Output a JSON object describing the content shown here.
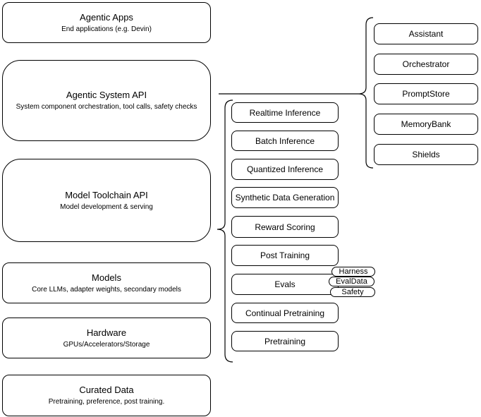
{
  "canvas": {
    "background": "#ffffff",
    "stroke_color": "#000000",
    "node_fill": "#ffffff",
    "text_color": "#000000"
  },
  "left_stack": [
    {
      "title": "Agentic Apps",
      "subtitle": "End applications (e.g. Devin)"
    },
    {
      "title": "Agentic System API",
      "subtitle": "System component orchestration, tool calls, safety checks"
    },
    {
      "title": "Model Toolchain API",
      "subtitle": "Model development & serving"
    },
    {
      "title": "Models",
      "subtitle": "Core LLMs, adapter weights, secondary models"
    },
    {
      "title": "Hardware",
      "subtitle": "GPUs/Accelerators/Storage"
    },
    {
      "title": "Curated Data",
      "subtitle": "Pretraining, preference, post training."
    }
  ],
  "toolchain_items": [
    {
      "label": "Realtime Inference"
    },
    {
      "label": "Batch Inference"
    },
    {
      "label": "Quantized Inference"
    },
    {
      "label": "Synthetic Data Generation"
    },
    {
      "label": "Reward Scoring"
    },
    {
      "label": "Post Training"
    },
    {
      "label": "Evals"
    },
    {
      "label": "Continual Pretraining"
    },
    {
      "label": "Pretraining"
    }
  ],
  "eval_tags": [
    {
      "label": "Harness"
    },
    {
      "label": "EvalData"
    },
    {
      "label": "Safety"
    }
  ],
  "system_components": [
    {
      "label": "Assistant"
    },
    {
      "label": "Orchestrator"
    },
    {
      "label": "PromptStore"
    },
    {
      "label": "MemoryBank"
    },
    {
      "label": "Shields"
    }
  ]
}
